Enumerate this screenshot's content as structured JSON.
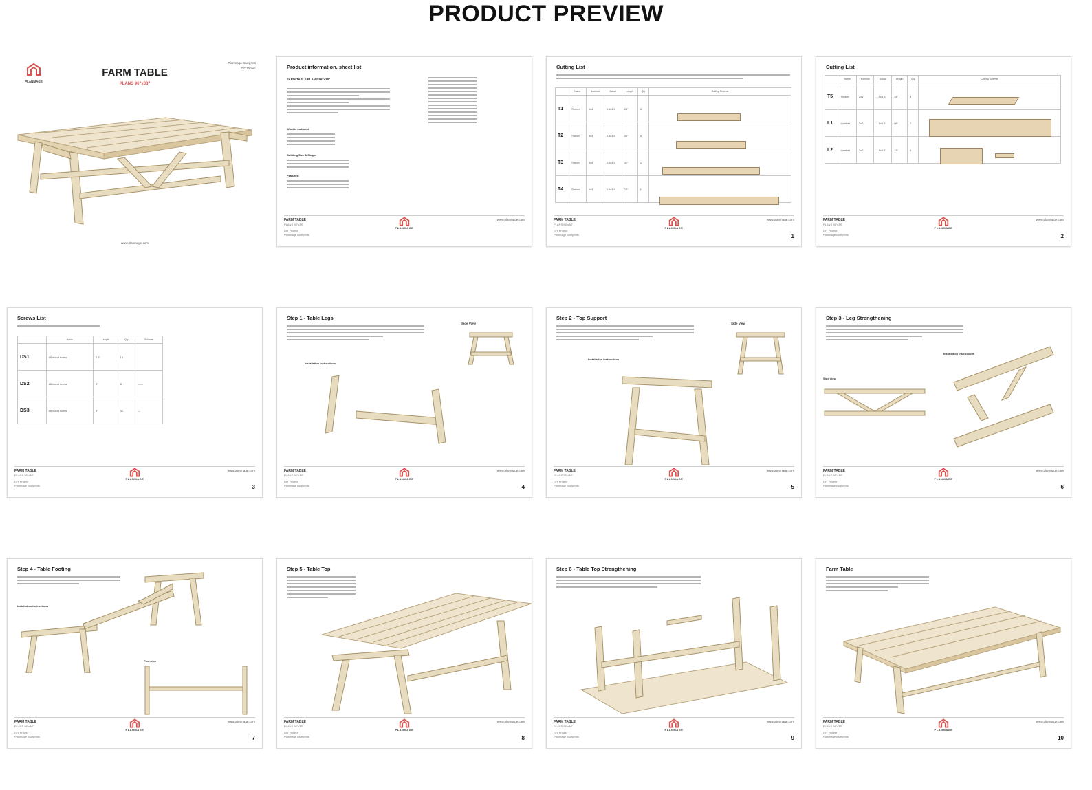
{
  "header": {
    "title": "PRODUCT PREVIEW"
  },
  "brand": {
    "logo_text": "PLANMAGE",
    "website": "www.planmage.com",
    "accent": "#d9534f",
    "wood": "#e8dcc0",
    "wood_dark": "#b9a57e"
  },
  "cover": {
    "title": "FARM TABLE",
    "subtitle": "PLANS 96\"x38\"",
    "publisher": "Planmage Blueprints",
    "project": "DIY Project",
    "website": "www.planmage.com"
  },
  "footer": {
    "project_name": "FARM TABLE",
    "plan_label": "PLANS 96\"x38\"",
    "category": "DIY Project",
    "publisher": "Planmage Blueprints"
  },
  "pages": [
    {
      "title": "Product information, sheet list",
      "number": ""
    },
    {
      "title": "Cutting List",
      "number": "1"
    },
    {
      "title": "Cutting List",
      "number": "2"
    },
    {
      "title": "Screws List",
      "number": "3"
    },
    {
      "title": "Step 1 - Table Legs",
      "number": "4"
    },
    {
      "title": "Step 2 - Top Support",
      "number": "5"
    },
    {
      "title": "Step 3 - Leg Strengthening",
      "number": "6"
    },
    {
      "title": "Step 4 - Table Footing",
      "number": "7"
    },
    {
      "title": "Step 5 - Table Top",
      "number": "8"
    },
    {
      "title": "Step 6 - Table Top Strengthening",
      "number": "9"
    },
    {
      "title": "Farm Table",
      "number": "10"
    }
  ],
  "info_page": {
    "heading": "FARM TABLE PLANS 96\"x38\"",
    "labels": [
      "What is included:",
      "Building Size & Shape:",
      "Features:"
    ]
  },
  "cutting_list_1": {
    "ids": [
      "T1",
      "T2",
      "T3",
      "T4"
    ]
  },
  "cutting_list_2": {
    "ids": [
      "T5",
      "L1",
      "L2"
    ]
  },
  "screws_list": {
    "ids": [
      "DS1",
      "DS2",
      "DS3"
    ]
  },
  "side_view_label": "Side View",
  "installation_label": "Installation instructions",
  "floorplan_label": "Floorplan"
}
